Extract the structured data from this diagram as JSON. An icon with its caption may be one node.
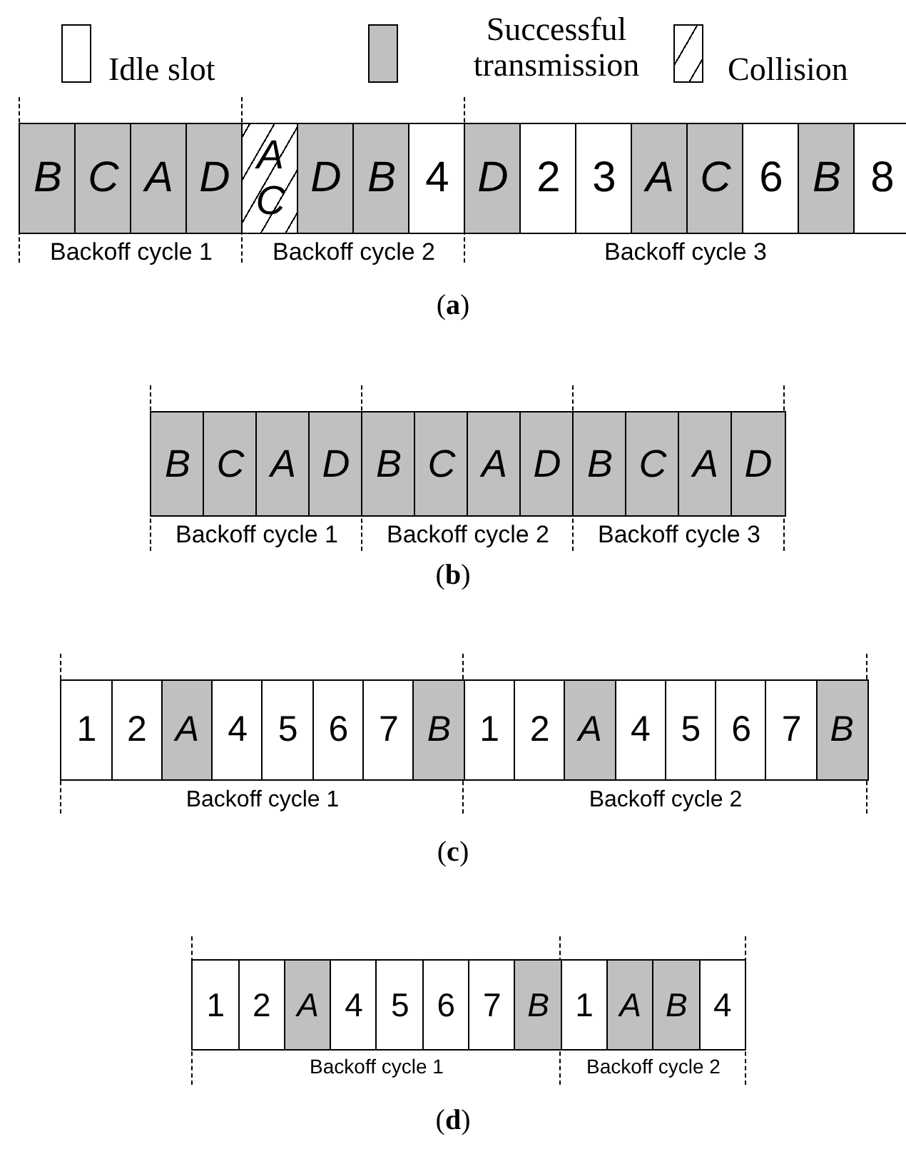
{
  "diagram": {
    "nodes": [
      {
        "text": [
          "B"
        ]
      },
      {
        "text": [
          "C"
        ]
      },
      {
        "text": [
          "A"
        ]
      },
      {
        "text": [
          "D"
        ]
      },
      {
        "text": [
          "A",
          "C"
        ]
      },
      {
        "text": [
          "D"
        ]
      },
      {
        "text": [
          "B"
        ]
      },
      {
        "text": [
          "4"
        ]
      },
      {
        "text": [
          "D"
        ]
      },
      {
        "text": [
          "2"
        ]
      },
      {
        "text": [
          "3"
        ]
      },
      {
        "text": [
          "A"
        ]
      },
      {
        "text": [
          "C"
        ]
      },
      {
        "text": [
          "6"
        ]
      },
      {
        "text": [
          "B"
        ]
      },
      {
        "text": [
          "8"
        ]
      },
      {
        "text": [
          "B"
        ]
      },
      {
        "text": [
          "C"
        ]
      },
      {
        "text": [
          "A"
        ]
      },
      {
        "text": [
          "D"
        ]
      },
      {
        "text": [
          "B"
        ]
      },
      {
        "text": [
          "C"
        ]
      },
      {
        "text": [
          "A"
        ]
      },
      {
        "text": [
          "D"
        ]
      },
      {
        "text": [
          "B"
        ]
      },
      {
        "text": [
          "C"
        ]
      },
      {
        "text": [
          "A"
        ]
      },
      {
        "text": [
          "D"
        ]
      },
      {
        "text": [
          "1"
        ]
      },
      {
        "text": [
          "2"
        ]
      },
      {
        "text": [
          "A"
        ]
      },
      {
        "text": [
          "4"
        ]
      },
      {
        "text": [
          "5"
        ]
      },
      {
        "text": [
          "6"
        ]
      },
      {
        "text": [
          "7"
        ]
      },
      {
        "text": [
          "B"
        ]
      },
      {
        "text": [
          "1"
        ]
      },
      {
        "text": [
          "2"
        ]
      },
      {
        "text": [
          "A"
        ]
      },
      {
        "text": [
          "4"
        ]
      },
      {
        "text": [
          "5"
        ]
      },
      {
        "text": [
          "6"
        ]
      },
      {
        "text": [
          "7"
        ]
      },
      {
        "text": [
          "B"
        ]
      },
      {
        "text": [
          "1"
        ]
      },
      {
        "text": [
          "2"
        ]
      },
      {
        "text": [
          "A"
        ]
      },
      {
        "text": [
          "4"
        ]
      },
      {
        "text": [
          "5"
        ]
      },
      {
        "text": [
          "6"
        ]
      },
      {
        "text": [
          "7"
        ]
      },
      {
        "text": [
          "B"
        ]
      },
      {
        "text": [
          "1"
        ]
      },
      {
        "text": [
          "A"
        ]
      },
      {
        "text": [
          "B"
        ]
      },
      {
        "text": [
          "4"
        ]
      }
    ],
    "labels": [
      "Backoff cycle 1",
      "Backoff cycle 2",
      "Backoff cycle 3",
      "(**a**)",
      "Backoff cycle 1",
      "Backoff cycle 2",
      "Backoff cycle 3",
      "(**b**)",
      "Backoff cycle 1",
      "Backoff cycle 2",
      "(**c**)",
      "Backoff cycle 1",
      "Backoff cycle 2",
      "(**d**)"
    ],
    "legend": [
      {
        "text": "Idle slot",
        "color": "#ffffff"
      },
      {
        "text": "Successful transmission",
        "color": "#c0c0c0"
      },
      {
        "text": "Collision"
      }
    ]
  }
}
